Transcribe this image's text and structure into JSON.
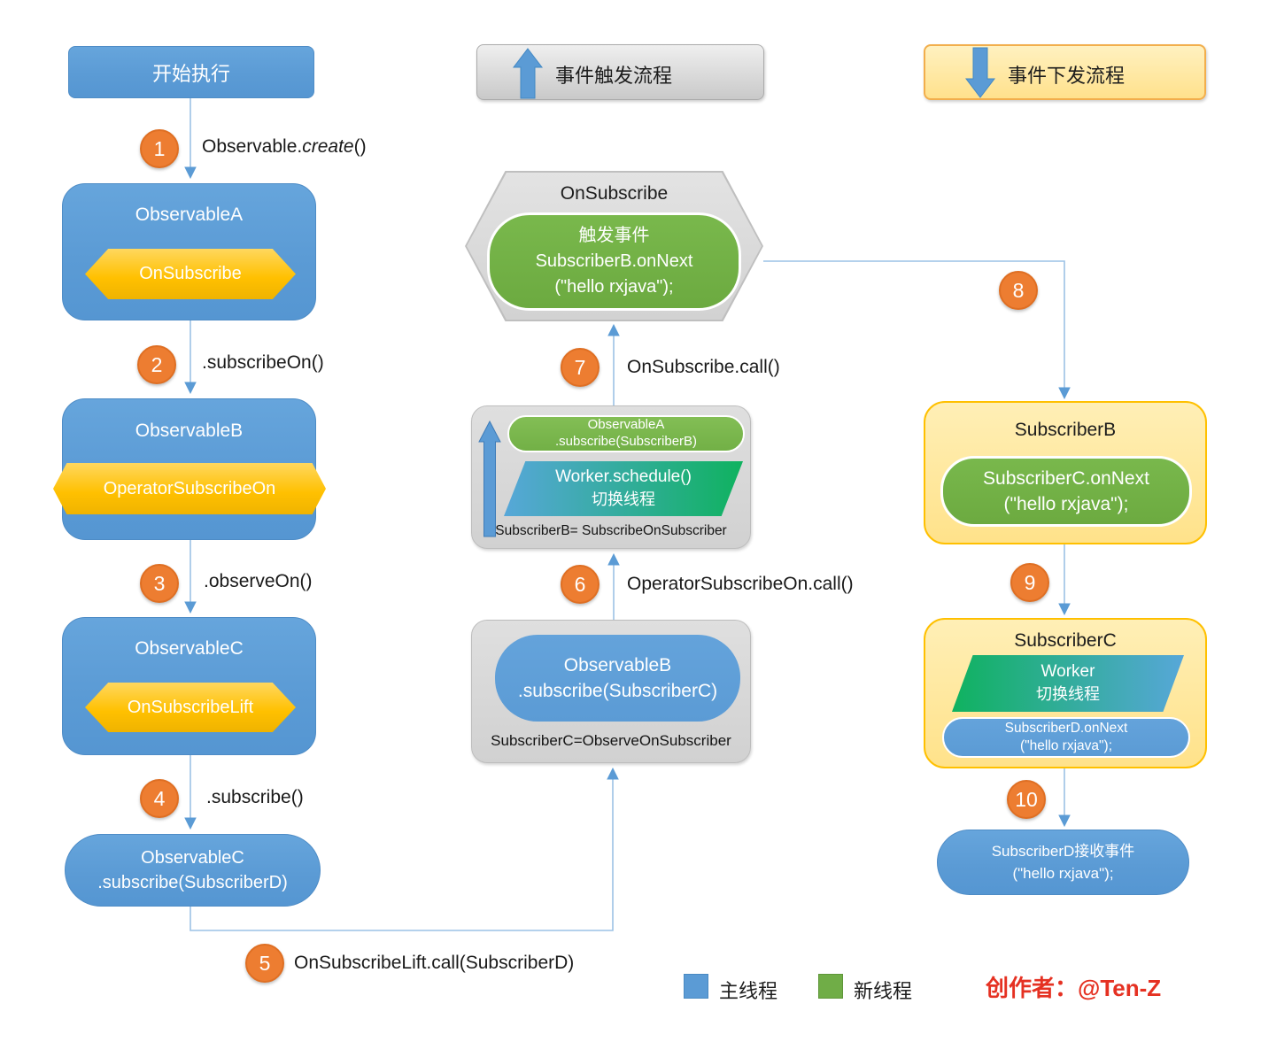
{
  "headers": {
    "start": "开始执行",
    "trigger_flow": "事件触发流程",
    "dispatch_flow": "事件下发流程"
  },
  "steps": {
    "s1": {
      "num": "1",
      "pre": "Observable.",
      "it": "create",
      "post": "()"
    },
    "s2": {
      "num": "2",
      "label": ".subscribeOn()"
    },
    "s3": {
      "num": "3",
      "label": ".observeOn()"
    },
    "s4": {
      "num": "4",
      "label": ".subscribe()"
    },
    "s5": {
      "num": "5",
      "label": "OnSubscribeLift.call(SubscriberD)"
    },
    "s6": {
      "num": "6",
      "label": "OperatorSubscribeOn.call()"
    },
    "s7": {
      "num": "7",
      "label": "OnSubscribe.call()"
    },
    "s8": {
      "num": "8"
    },
    "s9": {
      "num": "9"
    },
    "s10": {
      "num": "10"
    }
  },
  "nodes": {
    "observableA": {
      "title": "ObservableA",
      "tag": "OnSubscribe"
    },
    "observableB": {
      "title": "ObservableB",
      "tag": "OperatorSubscribeOn"
    },
    "observableC": {
      "title": "ObservableC",
      "tag": "OnSubscribeLift"
    },
    "subscribeD_call": {
      "line1": "ObservableC",
      "line2": ".subscribe(SubscriberD)"
    },
    "onsubscribe_hex": {
      "title": "OnSubscribe",
      "line1": "触发事件",
      "line2": "SubscriberB.onNext",
      "line3": "(\"hello rxjava\");"
    },
    "call_subscriberB": {
      "pill_line1": "ObservableA",
      "pill_line2": ".subscribe(SubscriberB)",
      "worker_line1": "Worker.schedule()",
      "worker_line2": "切换线程",
      "note": "SubscriberB= SubscribeOnSubscriber"
    },
    "call_subscriberC": {
      "pill_line1": "ObservableB",
      "pill_line2": ".subscribe(SubscriberC)",
      "note": "SubscriberC=ObserveOnSubscriber"
    },
    "subscriberB": {
      "title": "SubscriberB",
      "line1": "SubscriberC.onNext",
      "line2": "(\"hello rxjava\");"
    },
    "subscriberC": {
      "title": "SubscriberC",
      "worker_line1": "Worker",
      "worker_line2": "切换线程",
      "line1": "SubscriberD.onNext",
      "line2": "(\"hello rxjava\");"
    },
    "subscriberD": {
      "line1": "SubscriberD接收事件",
      "line2": "(\"hello rxjava\");"
    }
  },
  "legend": {
    "main_thread": "主线程",
    "new_thread": "新线程",
    "credit": "创作者：@Ten-Z"
  },
  "colors": {
    "main_thread_blue": "#5B9BD5",
    "new_thread_green": "#70AD47",
    "accent_gold": "#FFC000",
    "step_orange": "#ED7D31",
    "credit_red": "#E53122"
  }
}
